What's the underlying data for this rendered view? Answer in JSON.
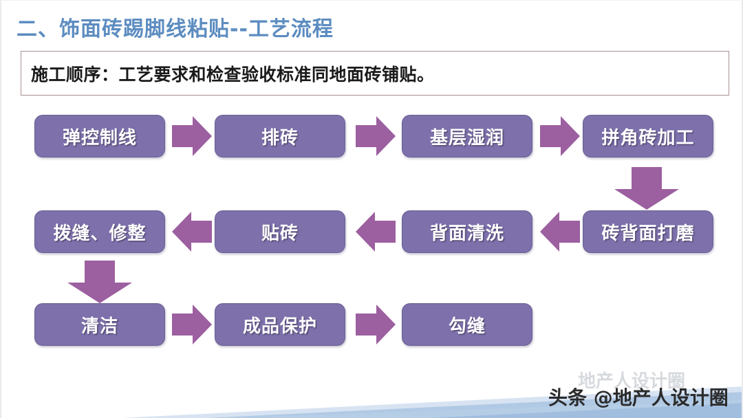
{
  "slide": {
    "title": "二、饰面砖踢脚线粘贴--工艺流程",
    "note": "施工顺序：工艺要求和检查验收标准同地面砖铺贴。",
    "colors": {
      "title_blue": "#5c8cc0",
      "node_purple": "#7d70ab",
      "node_border": "#6a5f93",
      "arrow_mauve": "#9c5fa0",
      "note_border": "#a98f90",
      "band_blue": "#a9c4e2"
    }
  },
  "flow": {
    "rows": [
      {
        "nodes": [
          {
            "label": "弹控制线"
          },
          {
            "label": "排砖"
          },
          {
            "label": "基层湿润"
          },
          {
            "label": "拼角砖加工"
          }
        ]
      },
      {
        "nodes": [
          {
            "label": "拨缝、修整"
          },
          {
            "label": "贴砖"
          },
          {
            "label": "背面清洗"
          },
          {
            "label": "砖背面打磨"
          }
        ]
      },
      {
        "nodes": [
          {
            "label": "清洁"
          },
          {
            "label": "成品保护"
          },
          {
            "label": "勾缝"
          }
        ]
      }
    ],
    "arrows": [
      {
        "name": "arrow-right-1",
        "direction": "right"
      },
      {
        "name": "arrow-right-2",
        "direction": "right"
      },
      {
        "name": "arrow-right-3",
        "direction": "right"
      },
      {
        "name": "arrow-down-1",
        "direction": "down"
      },
      {
        "name": "arrow-left-1",
        "direction": "left"
      },
      {
        "name": "arrow-left-2",
        "direction": "left"
      },
      {
        "name": "arrow-left-3",
        "direction": "left"
      },
      {
        "name": "arrow-down-2",
        "direction": "down"
      },
      {
        "name": "arrow-right-4",
        "direction": "right"
      },
      {
        "name": "arrow-right-5",
        "direction": "right"
      }
    ]
  },
  "watermark": {
    "text": "头条 @地产人设计圈",
    "ghost_text": "地产人设计圈"
  }
}
